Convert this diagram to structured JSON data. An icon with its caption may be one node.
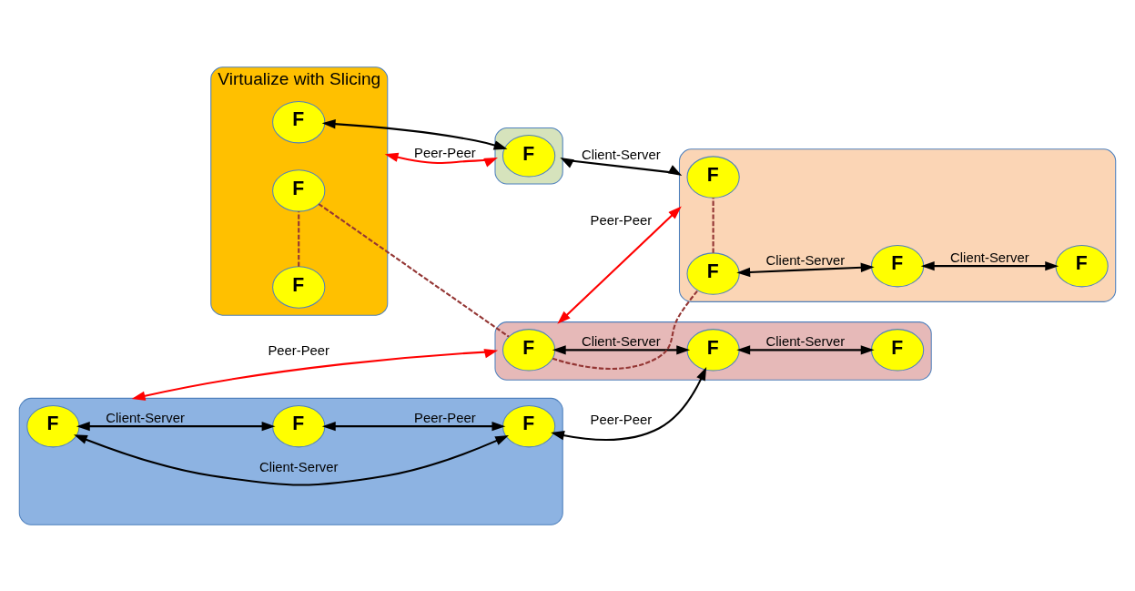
{
  "diagram": {
    "nodes": [
      {
        "text": [
          "Virtualize with Slicing"
        ]
      },
      {
        "text": [
          "F"
        ],
        "in": 0
      },
      {
        "text": [
          "F"
        ],
        "in": 0
      },
      {
        "text": [
          "F"
        ],
        "in": 0
      },
      {
        "text": [],
        "shape": "box"
      },
      {
        "text": [
          "F"
        ],
        "in": 4
      },
      {
        "text": [],
        "shape": "box"
      },
      {
        "text": [
          "F"
        ],
        "in": 6
      },
      {
        "text": [
          "F"
        ],
        "in": 6
      },
      {
        "text": [
          "F"
        ],
        "in": 6
      },
      {
        "text": [],
        "shape": "box"
      },
      {
        "text": [
          "F"
        ],
        "in": 10
      },
      {
        "text": [
          "F"
        ],
        "in": 10
      },
      {
        "text": [
          "F"
        ],
        "in": 10
      },
      {
        "text": [
          "F"
        ],
        "in": 10
      },
      {
        "text": [],
        "shape": "box"
      },
      {
        "text": [
          "F"
        ],
        "in": 15
      },
      {
        "text": [
          "F"
        ],
        "in": 15
      },
      {
        "text": [
          "F"
        ],
        "in": 15
      }
    ],
    "edges": [
      {
        "from": 1,
        "to": 5,
        "arrow": "both"
      },
      {
        "from": 0,
        "to": 4,
        "arrow": "both",
        "label": "Peer-Peer",
        "color": "#ff0000"
      },
      {
        "from": 4,
        "to": 10,
        "arrow": "both",
        "label": "Client-Server"
      },
      {
        "from": 7,
        "to": 8,
        "arrow": "both",
        "label": "Client-Server"
      },
      {
        "from": 8,
        "to": 9,
        "arrow": "both",
        "label": "Client-Server"
      },
      {
        "from": 12,
        "to": 13,
        "arrow": "both",
        "label": "Client-Server"
      },
      {
        "from": 13,
        "to": 14,
        "arrow": "both",
        "label": "Client-Server"
      },
      {
        "from": 16,
        "to": 17,
        "arrow": "both",
        "label": "Client-Server"
      },
      {
        "from": 16,
        "to": 18,
        "arrow": "both",
        "label": "Client-Server"
      },
      {
        "from": 18,
        "to": 17,
        "arrow": "both",
        "label": "Peer-Peer"
      },
      {
        "from": 17,
        "to": 8,
        "arrow": "both",
        "label": "Peer-Peer"
      },
      {
        "from": 15,
        "to": 6,
        "arrow": "both",
        "label": "Peer-Peer",
        "color": "#ff0000"
      },
      {
        "from": 6,
        "to": 10,
        "arrow": "both",
        "label": "Peer-Peer",
        "color": "#ff0000"
      },
      {
        "from": 3,
        "to": 2,
        "arrow": "none",
        "style": "dashed",
        "color": "#943634"
      },
      {
        "from": 2,
        "to": 7,
        "arrow": "none",
        "style": "dashed",
        "color": "#943634"
      },
      {
        "from": 7,
        "to": 12,
        "arrow": "none",
        "style": "dashed",
        "color": "#943634"
      },
      {
        "from": 12,
        "to": 11,
        "arrow": "none",
        "style": "dashed",
        "color": "#943634"
      }
    ]
  }
}
